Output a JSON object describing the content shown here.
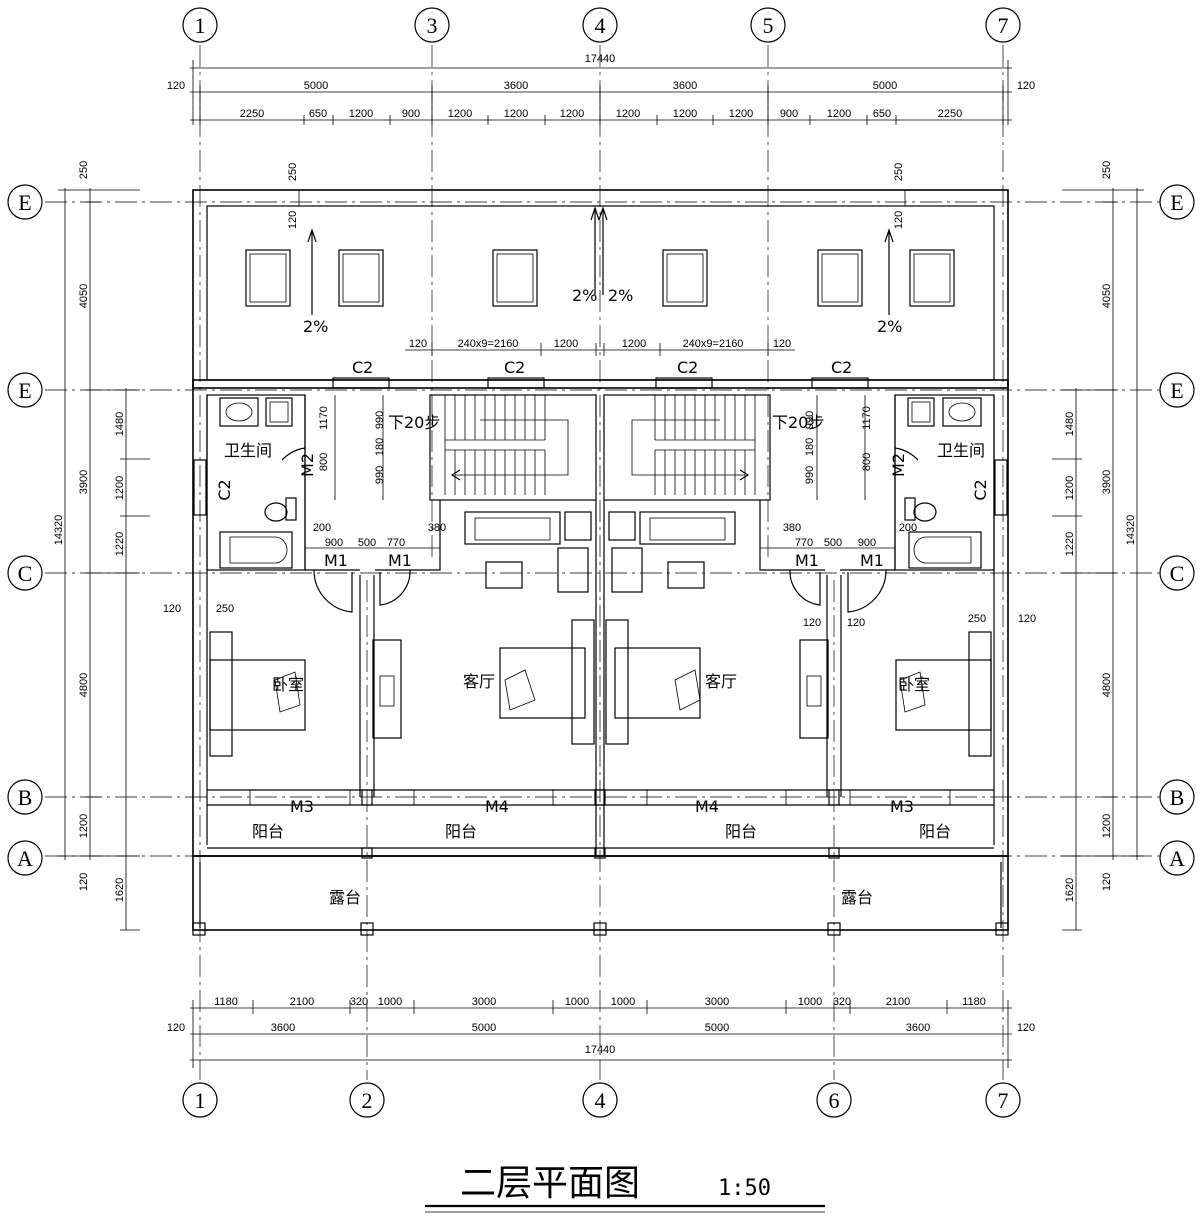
{
  "title": "二层平面图",
  "scale": "1:50",
  "axes_top": [
    "1",
    "3",
    "4",
    "5",
    "7"
  ],
  "axes_bottom": [
    "1",
    "2",
    "4",
    "6",
    "7"
  ],
  "axes_side": [
    "E",
    "E",
    "C",
    "B",
    "A"
  ],
  "dims_top": {
    "total": "17440",
    "row2": [
      "120",
      "5000",
      "3600",
      "3600",
      "5000",
      "120"
    ],
    "row3": [
      "2250",
      "650",
      "1200",
      "900",
      "1200",
      "1200",
      "1200",
      "1200",
      "1200",
      "1200",
      "900",
      "1200",
      "650",
      "2250"
    ]
  },
  "dims_bottom": {
    "row1": [
      "1180",
      "2100",
      "320",
      "1000",
      "3000",
      "1000",
      "1000",
      "3000",
      "1000",
      "320",
      "2100",
      "1180"
    ],
    "row2": [
      "120",
      "3600",
      "5000",
      "5000",
      "3600",
      "120"
    ],
    "total": "17440"
  },
  "dims_left": {
    "outer": "14320",
    "mid": [
      "250",
      "4050",
      "3900",
      "4800",
      "1200",
      "120"
    ],
    "inner": [
      "1480",
      "1200",
      "1220",
      "1620"
    ]
  },
  "dims_right": {
    "outer": "14320",
    "mid": [
      "250",
      "4050",
      "3900",
      "4800",
      "1200",
      "120"
    ],
    "inner": [
      "1480",
      "1200",
      "1220",
      "1620"
    ]
  },
  "roof": {
    "slopes": [
      "2%",
      "2%",
      "2%",
      "2%"
    ],
    "dims": [
      "250",
      "120",
      "250",
      "120"
    ]
  },
  "stair_dims": [
    "120",
    "240x9=2160",
    "1200",
    "1200",
    "240x9=2160",
    "120"
  ],
  "stair_label": "下20步",
  "windows": [
    "C2",
    "C2",
    "C2",
    "C2",
    "C2",
    "C2"
  ],
  "rooms": {
    "bath": "卫生间",
    "bed": "卧室",
    "living": "客厅",
    "balcony": "阳台",
    "terrace": "露台"
  },
  "doors": [
    "M1",
    "M1",
    "M1",
    "M1",
    "M2",
    "M2",
    "M3",
    "M3",
    "M4",
    "M4"
  ],
  "small_dims": {
    "hall": [
      "1170",
      "990",
      "180",
      "800",
      "990",
      "180",
      "990",
      "990",
      "180",
      "800",
      "1170"
    ],
    "door_left": [
      "200",
      "900",
      "500",
      "770",
      "380"
    ],
    "door_right": [
      "380",
      "770",
      "500",
      "900",
      "200"
    ],
    "bed": [
      "120",
      "250",
      "120",
      "120",
      "250",
      "120"
    ]
  }
}
